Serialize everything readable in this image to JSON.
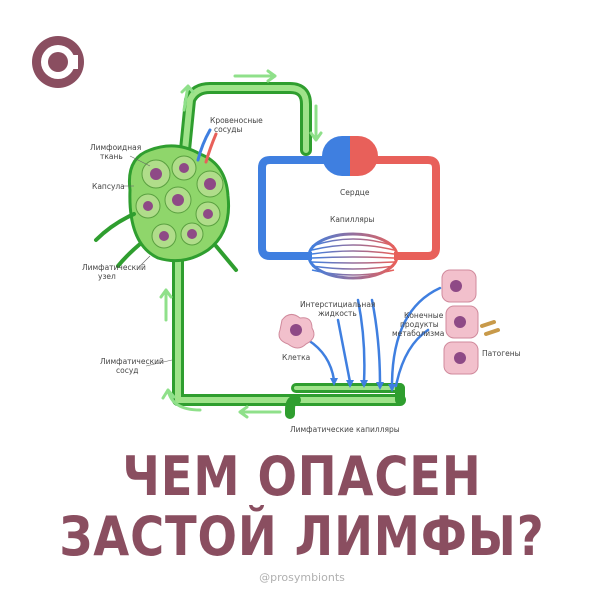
{
  "labels": {
    "blood_vessels": [
      "Кровеносные",
      "сосуды"
    ],
    "lymphoid_tissue": [
      "Лимфоидная",
      "ткань"
    ],
    "capsule": "Капсула",
    "lymph_node": [
      "Лимфатический",
      "узел"
    ],
    "heart": "Сердце",
    "capillaries": "Капилляры",
    "interstitial_fluid": [
      "Интерстициальная",
      "жидкость"
    ],
    "metabolic_products": [
      "Конечные",
      "продукты",
      "метаболизма"
    ],
    "cell": "Клетка",
    "pathogens": "Патогены",
    "lymphatic_vessel": [
      "Лимфатический",
      "сосуд"
    ],
    "lymphatic_capillaries": "Лимфатические капилляры"
  },
  "headline": {
    "line1": "ЧЕМ ОПАСЕН",
    "line2": "ЗАСТОЙ ЛИМФЫ?"
  },
  "handle": "@prosymbionts",
  "colors": {
    "brand": "#8a4e60",
    "lymph_green": "#2f9e2f",
    "lymph_green_light": "#9fe38a",
    "artery_red": "#e8605a",
    "vein_blue": "#3f7fe0",
    "cell_pink": "#f2c0cc",
    "nucleus_purple": "#8e4a86"
  },
  "icons": {
    "logo": "brand-c-logo"
  }
}
